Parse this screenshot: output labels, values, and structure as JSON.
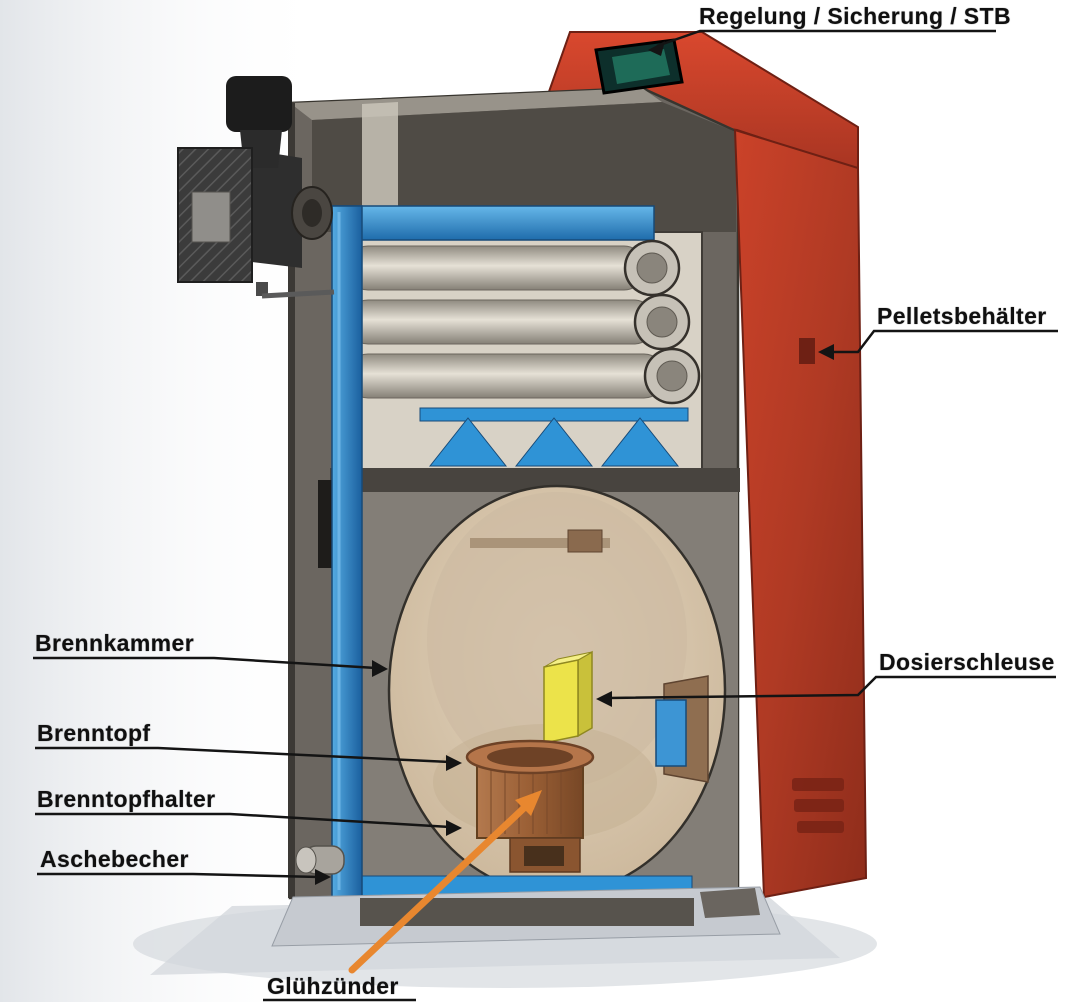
{
  "figure": {
    "type": "technical-cutaway-diagram",
    "subject": "Pellet boiler cross-section with labelled components",
    "labels": {
      "regelung": "Regelung / Sicherung / STB",
      "pelletsbehaelter": "Pelletsbehälter",
      "dosierschleuse": "Dosierschleuse",
      "brennkammer": "Brennkammer",
      "brenntopf": "Brenntopf",
      "brenntopfhalter": "Brenntopfhalter",
      "aschebecher": "Aschebecher",
      "gluehzuender": "Glühzünder"
    },
    "colors": {
      "casing_red": "#b03a24",
      "water_jacket_blue": "#2f93d6",
      "body_gray": "#6b6660",
      "chamber_tan": "#cdb99d",
      "burner_pot_copper": "#9a5f35",
      "dosing_unit_yellow": "#ece34a",
      "igniter_arrow_orange": "#e8872f",
      "leader_line_black": "#141414"
    }
  }
}
